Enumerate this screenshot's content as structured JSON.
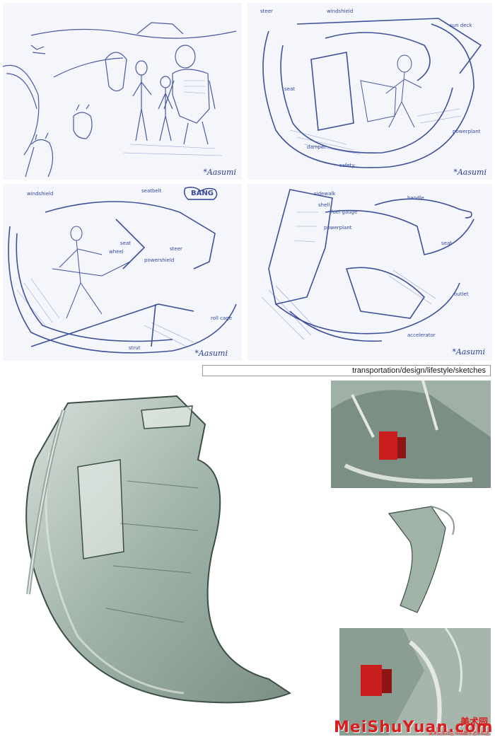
{
  "sketches": {
    "signature": "*Aasumi",
    "panel2_labels": [
      "steer",
      "windshield",
      "sun deck",
      "seat",
      "damper",
      "powerplant",
      "safety"
    ],
    "panel3_labels": [
      "windshield",
      "seatbelt",
      "seat",
      "powershield",
      "wheel",
      "steer",
      "roll cage",
      "strut"
    ],
    "panel4_labels": [
      "sidewalk",
      "shell",
      "fuel gauge",
      "powerplant",
      "seat",
      "handle",
      "outlet",
      "accelerator"
    ],
    "panel3_tag": "BANG"
  },
  "caption": {
    "text": "transportation/design/lifestyle/sketches"
  },
  "watermark": {
    "main": "MeiShuYuan.com",
    "cn": "美术园",
    "sub": "美术交流社区 中国数字艺术社区"
  },
  "colors": {
    "ink": "#2b3f8f",
    "paper": "#f4f6fb",
    "glass": "#7f9a8a",
    "accent_red": "#c81e1e"
  }
}
